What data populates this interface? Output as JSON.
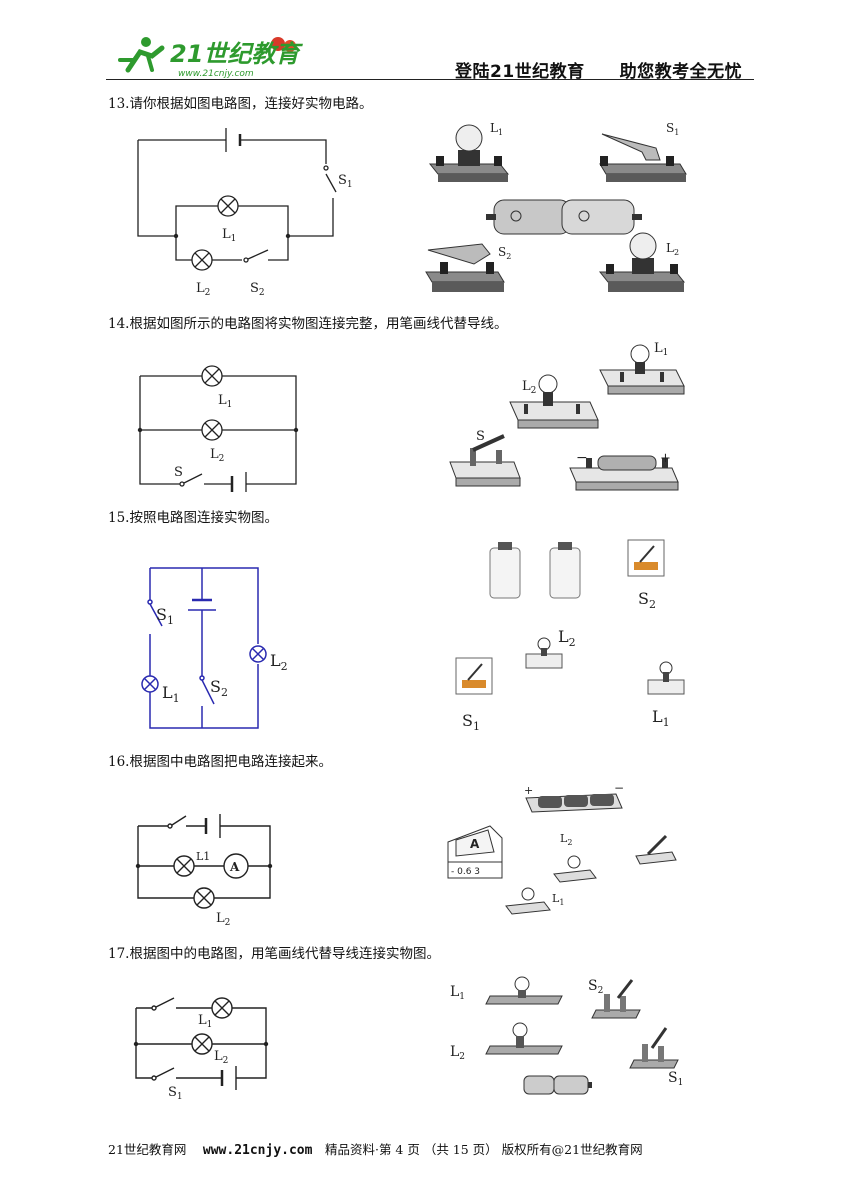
{
  "header": {
    "logo_text": "21世纪教育",
    "logo_url": "www.21cnjy.com",
    "slogan_left": "登陆21世纪教育",
    "slogan_right": "助您教考全无忧"
  },
  "questions": [
    {
      "number": "13",
      "text": "13.请你根据如图电路图，连接好实物电路。",
      "labels": {
        "s1": "S",
        "s1_sub": "1",
        "l1": "L",
        "l1_sub": "1",
        "l2": "L",
        "l2_sub": "2",
        "s2": "S",
        "s2_sub": "2"
      }
    },
    {
      "number": "14",
      "text": "14.根据如图所示的电路图将实物图连接完整，用笔画线代替导线。",
      "labels": {
        "l1": "L",
        "l1_sub": "1",
        "l2": "L",
        "l2_sub": "2",
        "s": "S",
        "minus": "−",
        "plus": "+"
      }
    },
    {
      "number": "15",
      "text": "15.按照电路图连接实物图。",
      "labels": {
        "s1": "S",
        "s1_sub": "1",
        "l1": "L",
        "l1_sub": "1",
        "s2": "S",
        "s2_sub": "2",
        "l2": "L",
        "l2_sub": "2"
      }
    },
    {
      "number": "16",
      "text": "16.根据图中电路图把电路连接起来。",
      "labels": {
        "l1": "L1",
        "ammeter": "A",
        "l2": "L",
        "l2_sub": "2",
        "scale": "- 0.6 3",
        "plus": "+",
        "minus": "−"
      }
    },
    {
      "number": "17",
      "text": "17.根据图中的电路图，用笔画线代替导线连接实物图。",
      "labels": {
        "l1": "L",
        "l1_sub": "1",
        "l2": "L",
        "l2_sub": "2",
        "s1": "S",
        "s1_sub": "1",
        "s2": "S",
        "s2_sub": "2"
      }
    }
  ],
  "footer": {
    "site": "21世纪教育网",
    "url": "www.21cnjy.com",
    "page_info": "精品资料·第 4 页 （共 15 页） 版权所有@21世纪教育网"
  },
  "colors": {
    "wire_blue": "#2a2ab0",
    "logo_green": "#2e9a2e",
    "switch_orange": "#d98a2b"
  }
}
